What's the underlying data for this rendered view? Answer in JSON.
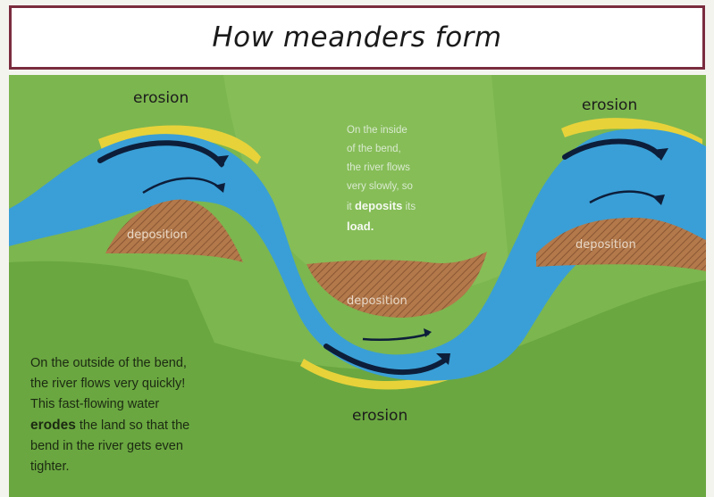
{
  "title": "How meanders form",
  "labels": {
    "erosion_top_left": "erosion",
    "erosion_top_right": "erosion",
    "erosion_bottom": "erosion",
    "deposition_left": "deposition",
    "deposition_middle": "deposition",
    "deposition_right": "deposition"
  },
  "inside_note": {
    "line1": "On the inside",
    "line2": "of the bend,",
    "line3": "the river flows",
    "line4": "very slowly, so",
    "line5_pre": "it",
    "line5_bold": "deposits",
    "line5_post": "its",
    "line6_bold": "load."
  },
  "outside_note": {
    "line1": "On the outside of the bend,",
    "line2": "the river flows very quickly!",
    "line3": "This fast-flowing water",
    "line4_bold": "erodes",
    "line4_post": "the land so that the",
    "line5": "bend in the river gets even",
    "line6": "tighter."
  },
  "colors": {
    "title_border": "#7a2c3e",
    "land_light": "#7cb64f",
    "land_dark": "#5f9a37",
    "river": "#3a9fd6",
    "deposition": "#b07a4d",
    "erosion_bank": "#e7d23a",
    "arrow": "#0d1e3a"
  }
}
